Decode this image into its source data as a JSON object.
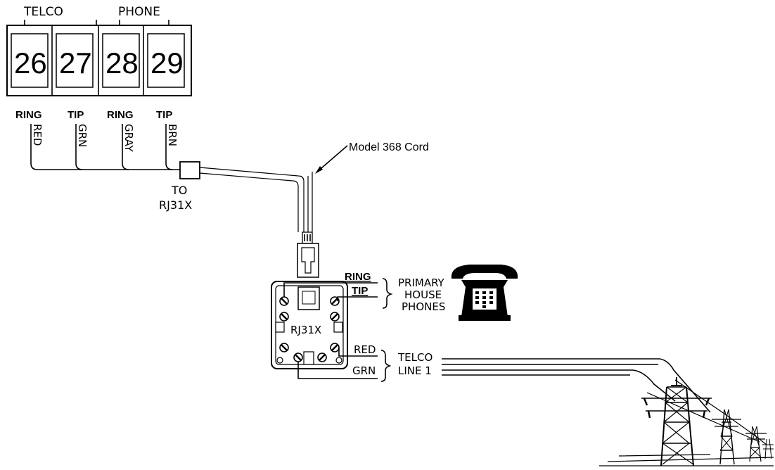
{
  "terminal_block": {
    "group_labels": {
      "telco": "TELCO",
      "phone": "PHONE"
    },
    "terminals": [
      "26",
      "27",
      "28",
      "29"
    ],
    "function_labels": [
      "RING",
      "TIP",
      "RING",
      "TIP"
    ],
    "wire_colors": [
      "RED",
      "GRN",
      "GRAY",
      "BRN"
    ]
  },
  "connector": {
    "to_label": "TO",
    "jack_label": "RJ31X"
  },
  "cord": {
    "label": "Model 368 Cord"
  },
  "jack": {
    "label": "RJ31X"
  },
  "house_side": {
    "ring_label": "RING",
    "tip_label": "TIP",
    "description": [
      "PRIMARY",
      "HOUSE",
      "PHONES"
    ]
  },
  "telco_side": {
    "red_label": "RED",
    "grn_label": "GRN",
    "description": [
      "TELCO",
      "LINE 1"
    ]
  },
  "icons": [
    "telephone-icon",
    "power-tower-icon"
  ]
}
